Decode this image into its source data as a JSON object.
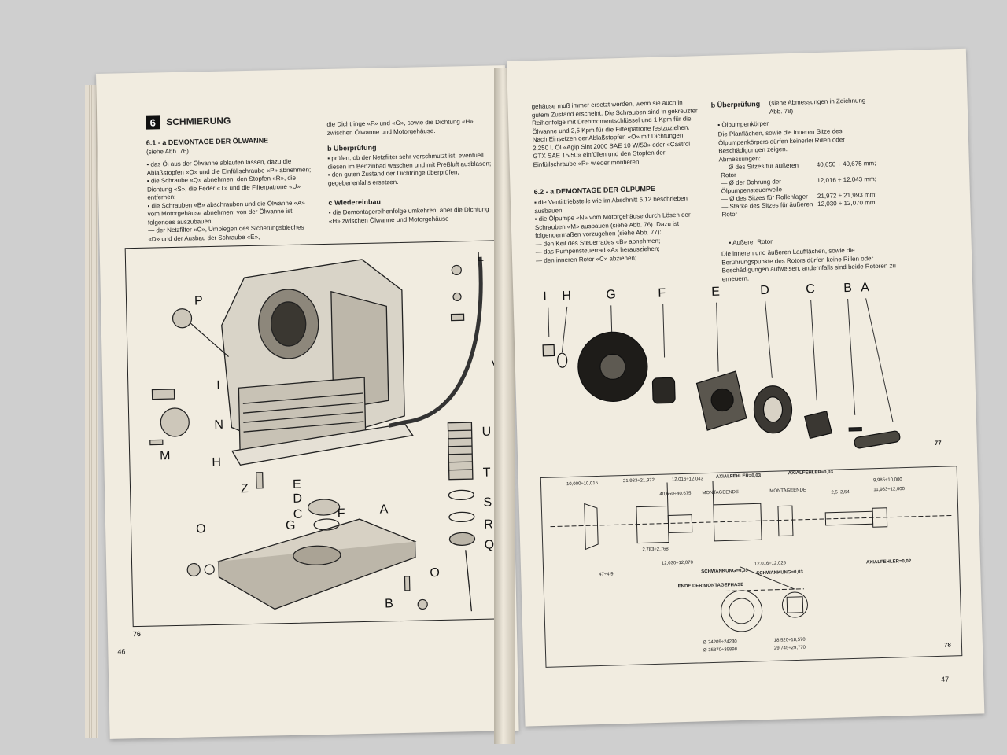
{
  "left_page": {
    "section_number": "6",
    "section_title": "SCHMIERUNG",
    "sub1_heading": "6.1 - a  DEMONTAGE DER ÖLWANNE",
    "sub1_ref": "(siehe Abb. 76)",
    "col1_text": "▪ das Öl aus der Ölwanne ablaufen lassen, dazu die Ablaßstopfen «O» und die Einfüllschraube «P» abnehmen;\n▪ die Schraube «Q» abnehmen, den Stopfen «R», die Dichtung «S», die Feder «T» und die Filterpatrone «U» entfernen;\n▪ die Schrauben «B» abschrauben und die Ölwanne «A» vom Motorgehäuse abnehmen; von der Ölwanne ist folgendes auszubauen;\n— der Netzfilter «C», Umbiegen des Sicherungsbleches «D» und der Ausbau der Schraube «E»,",
    "col2_text": "die Dichtringe «F» und «G», sowie die Dichtung «H» zwischen Ölwanne und Motorgehäuse.",
    "check_heading": "b  Überprüfung",
    "check_text": "▪ prüfen, ob der Netzfilter sehr verschmutzt ist, eventuell diesen im Benzinbad waschen und mit Preßluft ausblasen;\n▪ den guten Zustand der Dichtringe überprüfen, gegebenenfalls ersetzen.",
    "reassembly_heading": "c  Wiedereinbau",
    "reassembly_text": "▪ die Demontagereihenfolge umkehren, aber die Dichtung «H» zwischen Ölwanne und Motorgehäuse",
    "figure_number": "76",
    "page_number": "46",
    "part_labels": [
      "P",
      "L",
      "I",
      "N",
      "M",
      "H",
      "V",
      "U",
      "T",
      "S",
      "R",
      "Q",
      "Z",
      "E",
      "D",
      "C",
      "G",
      "F",
      "A",
      "O",
      "O",
      "B"
    ]
  },
  "right_page": {
    "col1_text": "gehäuse muß immer ersetzt werden, wenn sie auch in gutem Zustand erscheint. Die Schrauben sind in gekreuzter Reihenfolge mit Drehmomentschlüssel und 1 Kpm für die Ölwanne und 2,5 Kpm für die Filterpatrone festzuziehen. Nach Einsetzen der Ablaßstopfen «O» mit Dichtungen 2,250 l. Öl «Agip Sint 2000 SAE 10 W/50» oder «Castrol GTX SAE 15/50» einfüllen und den Stopfen der Einfüllschraube «P» wieder montieren.",
    "sub2_heading": "6.2 - a  DEMONTAGE DER ÖLPUMPE",
    "sub2_text": "▪ die Ventiltriebsteile wie im Abschnitt 5.12 beschrieben ausbauen;\n▪ die Ölpumpe «N» vom Motorgehäuse durch Lösen der Schrauben «M» ausbauen (siehe Abb. 76). Dazu ist folgendermaßen vorzugehen (siehe Abb. 77):\n— den Keil des Steuerrades «B» abnehmen;\n— das Pumpensteuerrad «A» herausziehen;\n— den inneren Rotor «C» abziehen;",
    "check_heading": "b  Überprüfung",
    "check_ref": "(siehe Abmessungen in Zeichnung Abb. 78)",
    "pump_body_heading": "▪ Ölpumpenkörper",
    "pump_body_text": "Die Planflächen, sowie die inneren Sitze des Ölpumpenkörpers dürfen keinerlei Rillen oder Beschädigungen zeigen.",
    "dims_heading": "Abmessungen:",
    "dims": [
      {
        "label": "— Ø des Sitzes für äußeren Rotor",
        "value": "40,650 ÷ 40,675 mm;"
      },
      {
        "label": "— Ø der Bohrung der Ölpumpensteuerwelle",
        "value": "12,016 ÷ 12,043 mm;"
      },
      {
        "label": "— Ø des Sitzes für Rollenlager",
        "value": "21,972 ÷ 21,993 mm;"
      },
      {
        "label": "— Stärke des Sitzes für äußeren Rotor",
        "value": "12,030 ÷ 12,070 mm."
      }
    ],
    "outer_rotor_heading": "▪ Außerer Rotor",
    "outer_rotor_text": "Die inneren und äußeren Laufflächen, sowie die Berührungspunkte des Rotors dürfen keine Rillen oder Beschädigungen aufweisen, andernfalls sind beide Rotoren zu erneuern.",
    "fig77_labels": [
      "I",
      "H",
      "G",
      "F",
      "E",
      "D",
      "C",
      "B",
      "A"
    ],
    "fig77_number": "77",
    "fig78_number": "78",
    "fig78_dims": {
      "d1": "10,000÷10,015",
      "d2": "21,983÷21,972",
      "d3": "12,016÷12,043",
      "axial1": "AXIALFEHLER=0,03",
      "axial2": "AXIALFEHLER=0,03",
      "d4": "40,650÷40,675",
      "mount1": "MONTAGEENDE",
      "mount2": "MONTAGEENDE",
      "d5": "9,985÷10,000",
      "d6": "11,983÷12,000",
      "d7": "2,5÷2,54",
      "d8": "2,783÷2,768",
      "d9": "12,030÷12,070",
      "d10": "12,016÷12,025",
      "swing1": "SCHWANKUNG=0,03",
      "swing2": "SCHWANKUNG=0,03",
      "axial3": "AXIALFEHLER=0,02",
      "d11": "47÷4,9",
      "end_phase": "ENDE DER MONTAGEPHASE",
      "d12": "Ø 24209÷24230",
      "d13": "Ø 35870÷35898",
      "d14": "18,520÷18,570",
      "d15": "29,745÷29,770"
    },
    "page_number": "47"
  }
}
